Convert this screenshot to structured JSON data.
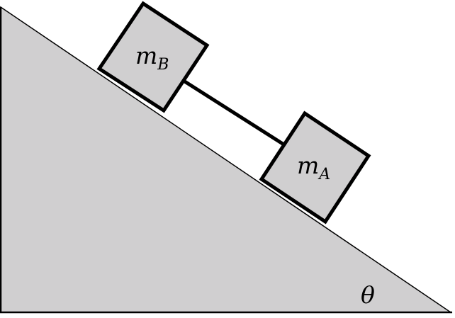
{
  "diagram": {
    "colors": {
      "incline_fill": "#d0cfd0",
      "block_fill": "#d0cfd0",
      "stroke": "#000000",
      "background": "#ffffff"
    },
    "block_b": {
      "symbol": "m",
      "subscript": "B"
    },
    "block_a": {
      "symbol": "m",
      "subscript": "A"
    },
    "angle_label": "θ"
  }
}
